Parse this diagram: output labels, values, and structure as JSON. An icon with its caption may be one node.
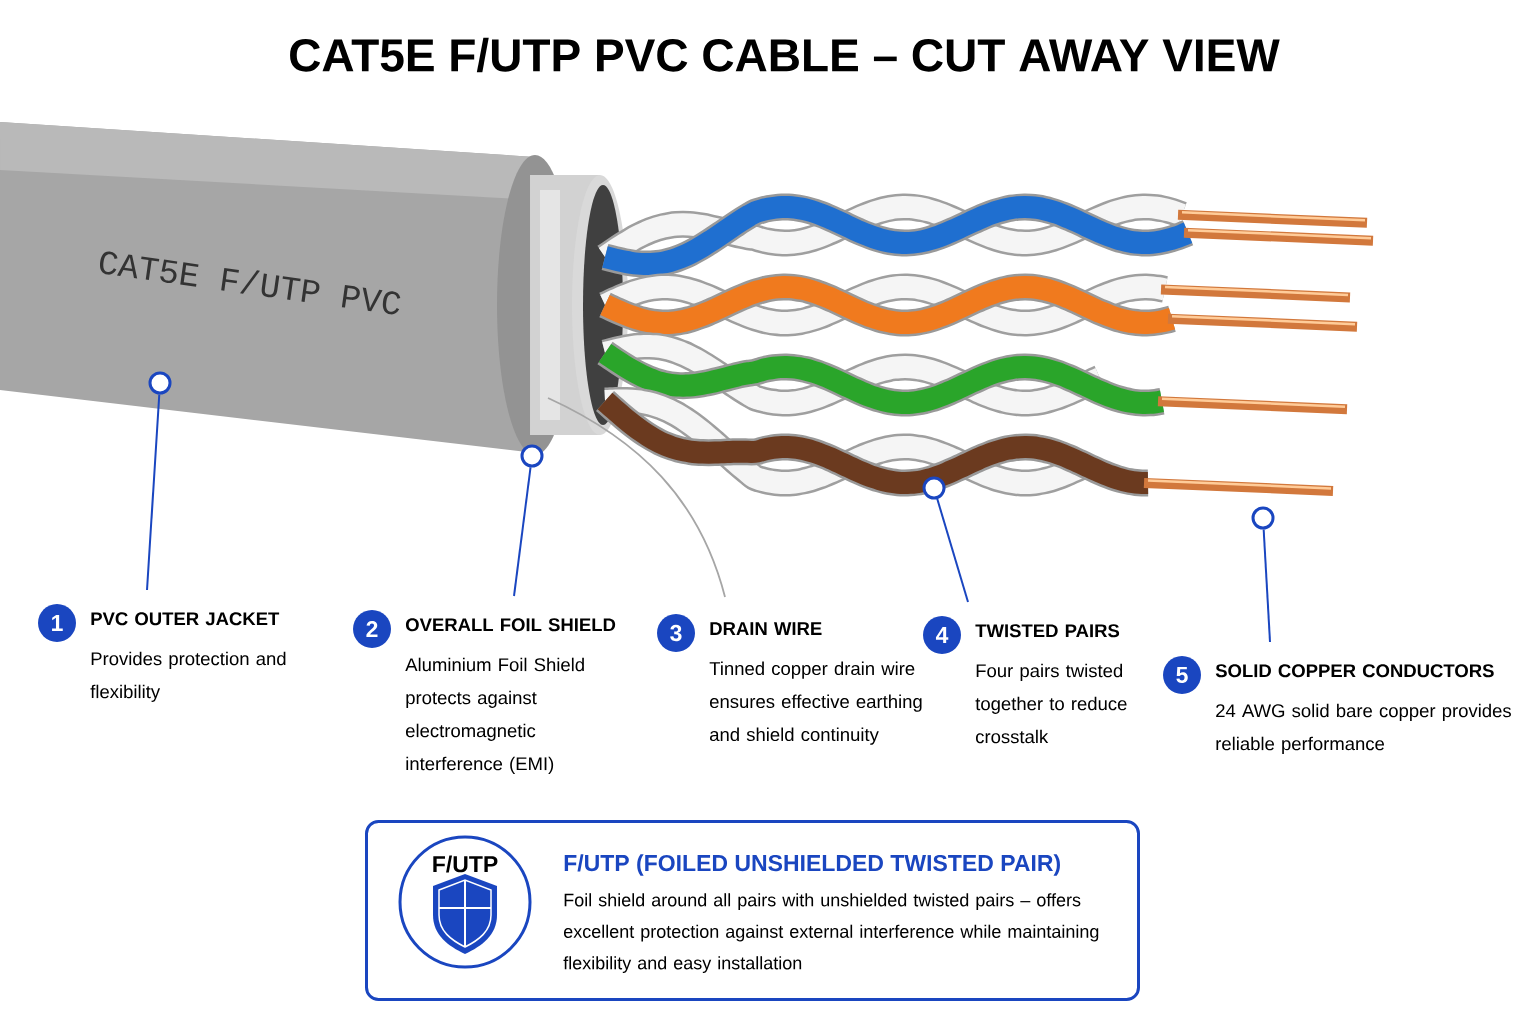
{
  "diagram": {
    "title": "CAT5E F/UTP PVC CABLE – CUT AWAY VIEW",
    "nodes": [
      {
        "text": [
          "1",
          "PVC OUTER JACKET",
          "Provides protection and flexibility"
        ]
      },
      {
        "text": [
          "2",
          "OVERALL FOIL SHIELD",
          "Aluminium Foil Shield protects against electromagnetic interference (EMI)"
        ]
      },
      {
        "text": [
          "3",
          "DRAIN WIRE",
          "Tinned copper drain wire ensures effective earthing and shield continuity"
        ]
      },
      {
        "text": [
          "4",
          "TWISTED PAIRS",
          "Four pairs twisted together to reduce crosstalk"
        ]
      },
      {
        "text": [
          "5",
          "SOLID COPPER CONDUCTORS",
          "24 AWG solid bare copper provides reliable performance"
        ]
      },
      {
        "text": [],
        "shape": "circle"
      },
      {
        "text": [],
        "shape": "circle"
      },
      {
        "text": [],
        "shape": "circle"
      },
      {
        "text": [],
        "shape": "circle"
      },
      {
        "text": [
          "F/UTP (FOILED UNSHIELDED TWISTED PAIR)",
          "Foil shield around all pairs with unshielded twisted pairs – offers excellent protection against external interference while maintaining flexibility and easy installation"
        ]
      },
      {
        "text": [
          "F/UTP"
        ],
        "in": 9
      }
    ],
    "edges": [
      {
        "from": 0,
        "to": 5,
        "arrow": "none"
      },
      {
        "from": 1,
        "to": 6,
        "arrow": "none"
      },
      {
        "from": 3,
        "to": 7,
        "arrow": "none"
      },
      {
        "from": 4,
        "to": 8,
        "arrow": "none"
      }
    ],
    "labels": [
      "CAT5E F/UTP PVC"
    ]
  }
}
